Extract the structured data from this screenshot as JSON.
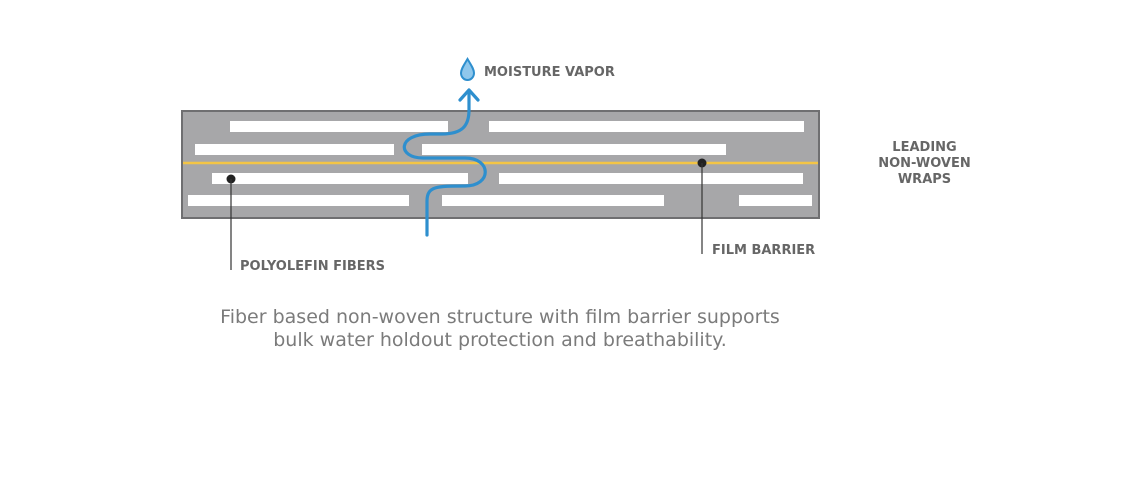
{
  "diagram": {
    "moisture_label": "MOISTURE VAPOR",
    "polyolefin_label": "POLYOLEFIN FIBERS",
    "film_label": "FILM BARRIER",
    "side_title": "LEADING\nNON-WOVEN\nWRAPS",
    "caption": "Fiber based non-woven structure with film barrier supports\nbulk water holdout protection and breathability."
  },
  "colors": {
    "panel": "#a7a7a9",
    "panel_border": "#6f6f71",
    "fiber": "#ffffff",
    "film": "#f3c546",
    "vapor": "#2e8fce",
    "label": "#666666",
    "caption": "#7b7b7b"
  },
  "icons": {
    "vapor": "water-drop-icon"
  }
}
